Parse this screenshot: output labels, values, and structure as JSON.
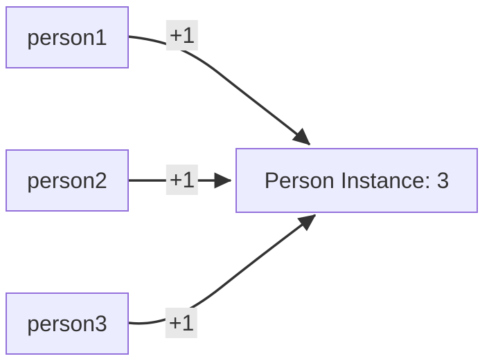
{
  "diagram": {
    "type": "flowchart",
    "direction": "left-to-right",
    "nodes": [
      {
        "id": "person1",
        "label": "person1",
        "shape": "rectangle"
      },
      {
        "id": "person2",
        "label": "person2",
        "shape": "rectangle"
      },
      {
        "id": "person3",
        "label": "person3",
        "shape": "rectangle"
      },
      {
        "id": "instance",
        "label": "Person Instance: 3",
        "shape": "rectangle"
      }
    ],
    "edges": [
      {
        "from": "person1",
        "to": "instance",
        "label": "+1",
        "arrow": "filled-triangle"
      },
      {
        "from": "person2",
        "to": "instance",
        "label": "+1",
        "arrow": "filled-triangle"
      },
      {
        "from": "person3",
        "to": "instance",
        "label": "+1",
        "arrow": "filled-triangle"
      }
    ],
    "colors": {
      "background": "#ffffff",
      "node_fill": "#ECECFF",
      "node_border": "#9370DB",
      "edge": "#333333",
      "edge_label_bg": "#e8e8e8",
      "text": "#333333"
    }
  }
}
